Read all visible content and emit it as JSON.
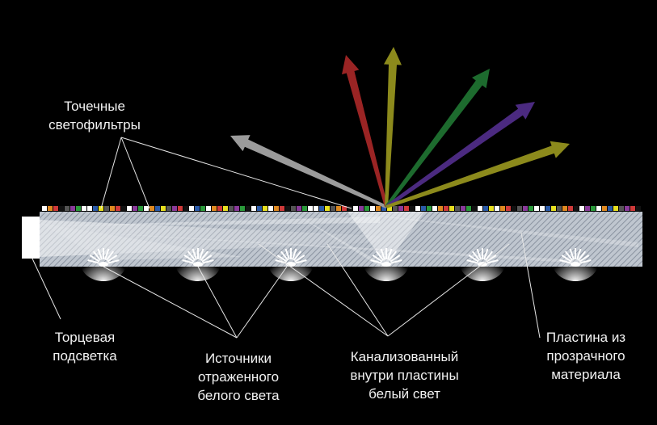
{
  "labels": {
    "point_filters": "Точечные\nсветофильтры",
    "edge_backlight": "Торцевая\nподсветка",
    "reflected_sources": "Источники\nотраженного\nбелого света",
    "channeled_light": "Канализованный\nвнутри пластины\nбелый свет",
    "transparent_plate": "Пластина из\nпрозрачного\nматериала"
  },
  "colors": {
    "background": "#000000",
    "plate_fill": "#bfc6cf",
    "plate_hatch": "#8a93a0",
    "white_light": "#ffffff",
    "grey_ray": "#9b9b9b",
    "red_ray": "#9a2424",
    "olive_ray": "#8c8a1c",
    "green_ray": "#1d6b2e",
    "purple_ray": "#4b2a80"
  },
  "filter_palette": [
    "#ffffff",
    "#111111",
    "#e8e020",
    "#2a9a3a",
    "#d03a3a",
    "#2a5aa8",
    "#8a3a9a",
    "#e08a20",
    "#ffffff",
    "#555555"
  ]
}
